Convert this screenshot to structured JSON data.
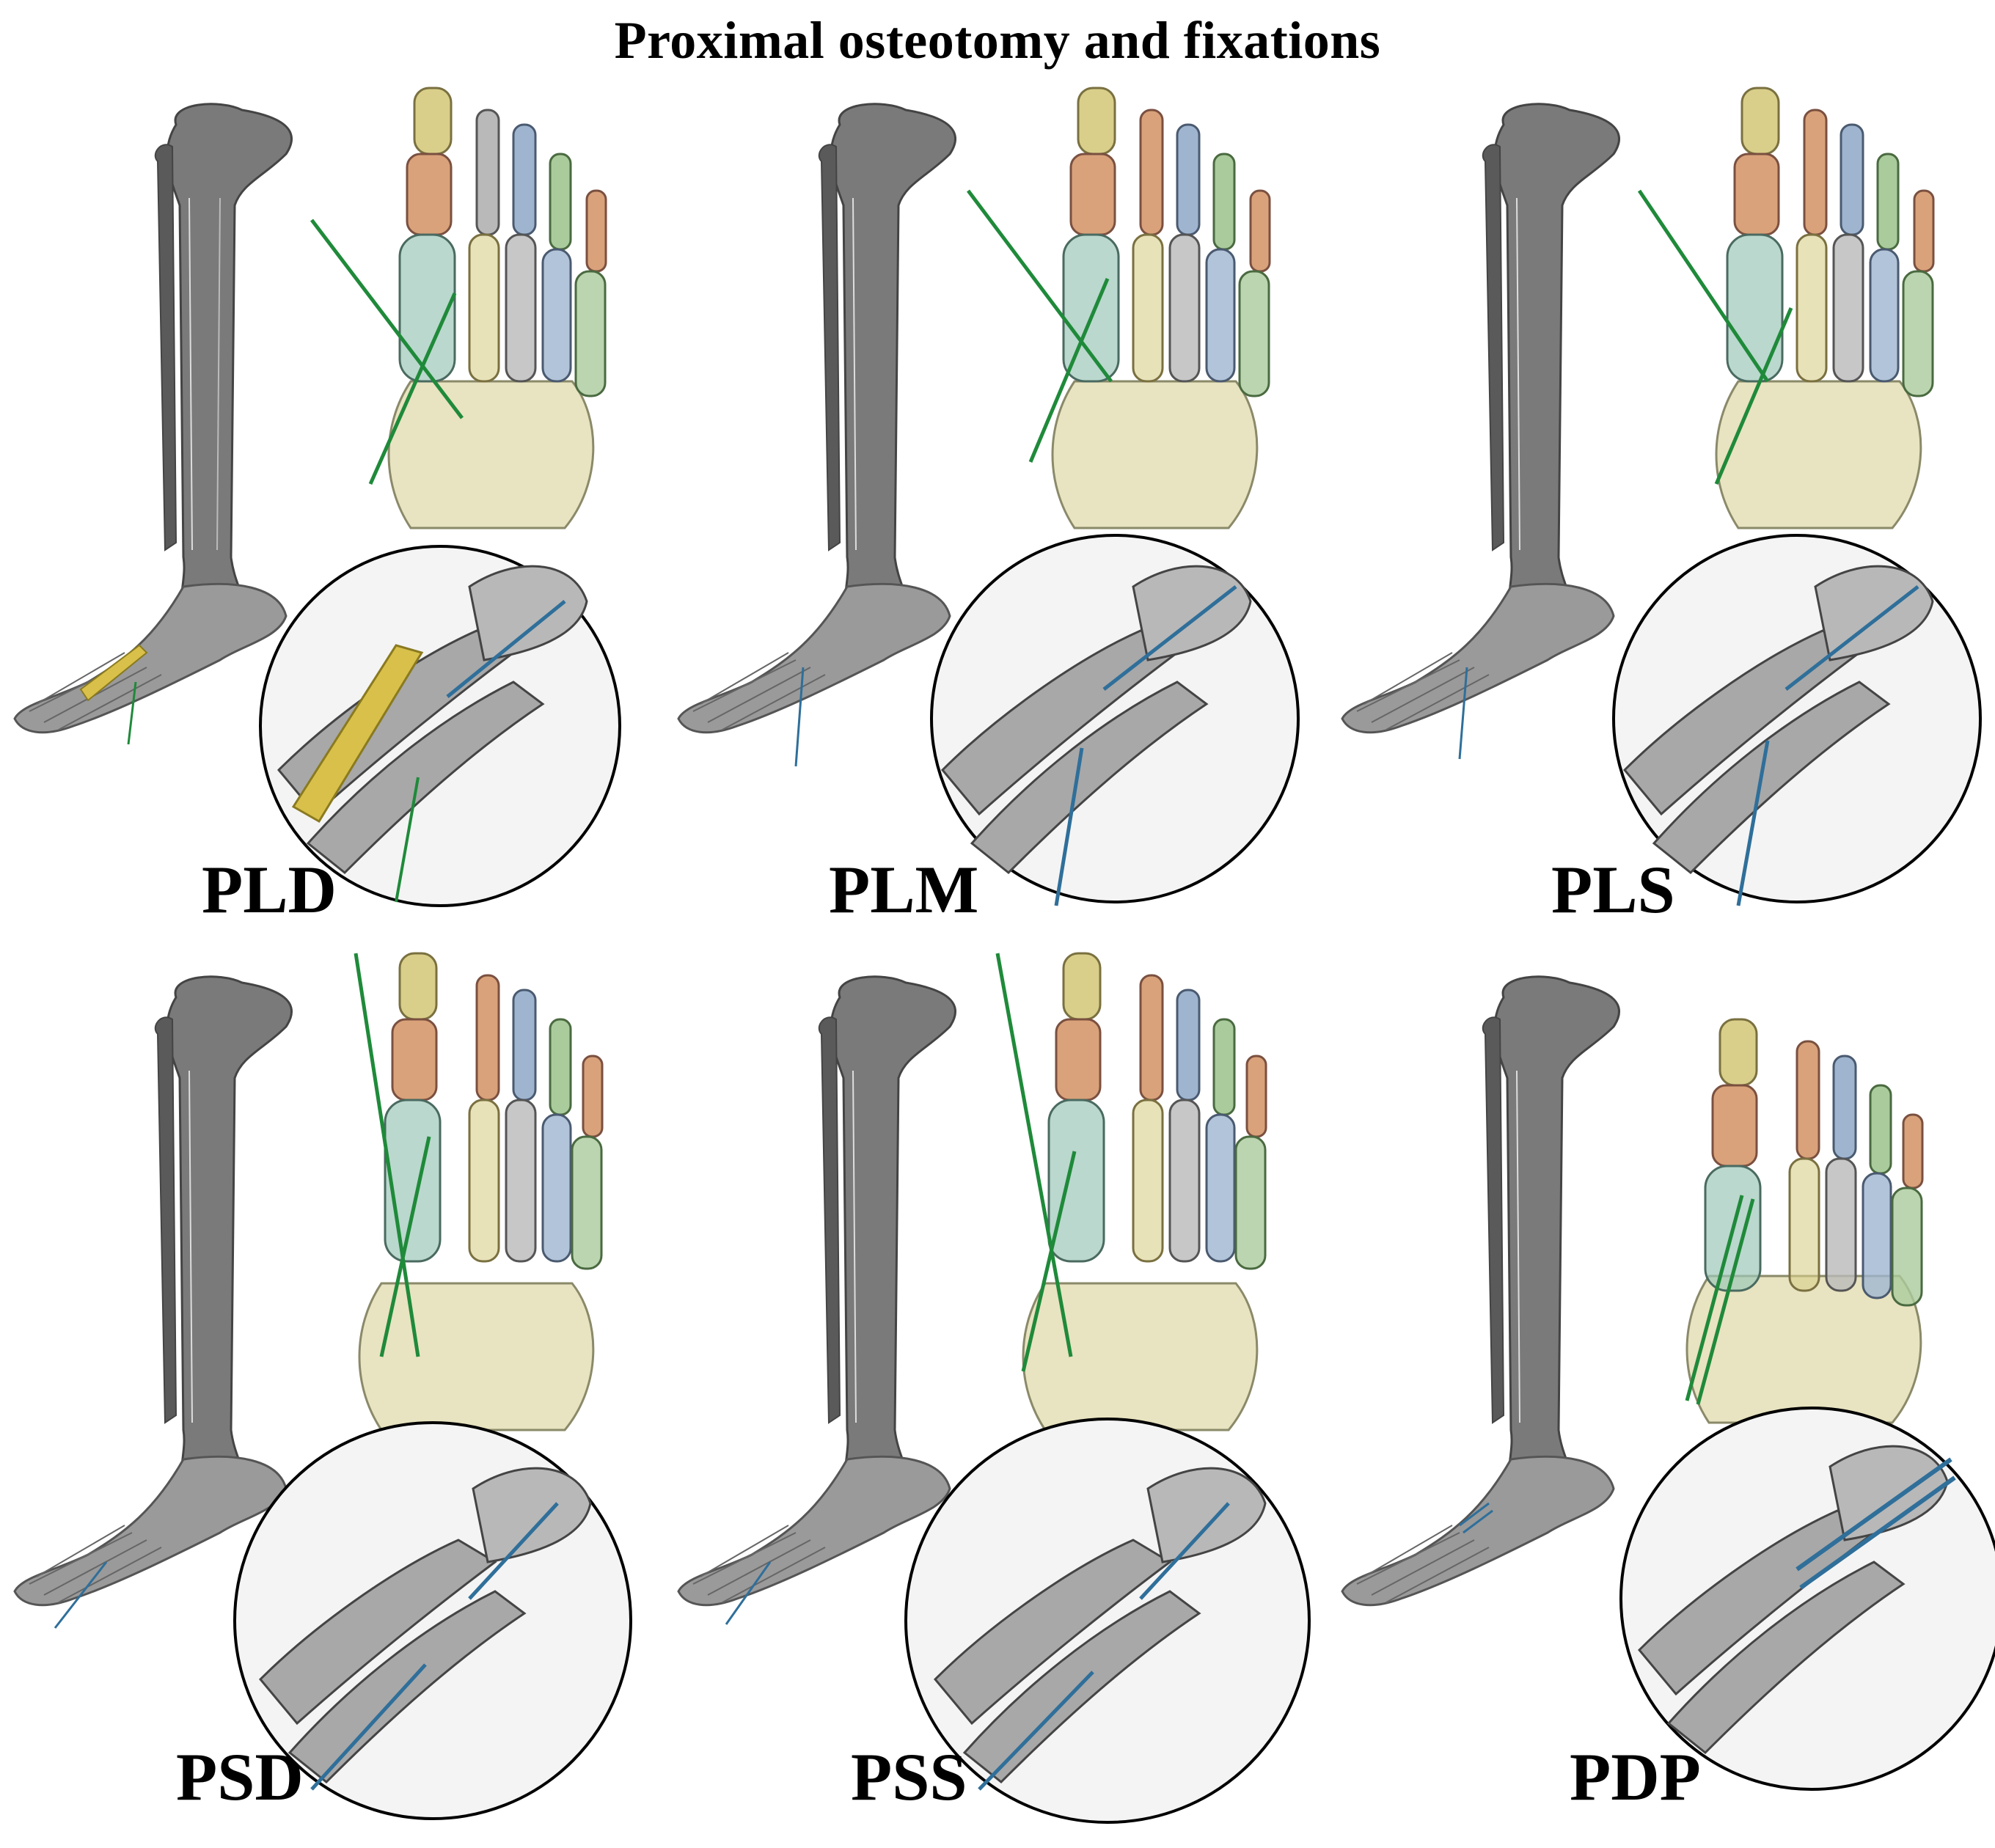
{
  "title": "Proximal osteotomy and fixations",
  "panels": [
    {
      "label": "PLD"
    },
    {
      "label": "PLM"
    },
    {
      "label": "PLS"
    },
    {
      "label": "PSD"
    },
    {
      "label": "PSS"
    },
    {
      "label": "PDP"
    }
  ],
  "colors": {
    "bone_gray": "#8c8c8c",
    "bone_dark": "#3a3a3a",
    "guide_wire_green": "#1f8a3a",
    "screw_blue": "#2f6f9a",
    "phalanx_yellow": "#d9cf8a",
    "phalanx_orange": "#d9a27a",
    "metatarsal_teal": "#9cc7b8",
    "metatarsal_blue": "#9fb5cf",
    "metatarsal_green": "#aacb9c",
    "highlight_yellow": "#d8c04a"
  }
}
